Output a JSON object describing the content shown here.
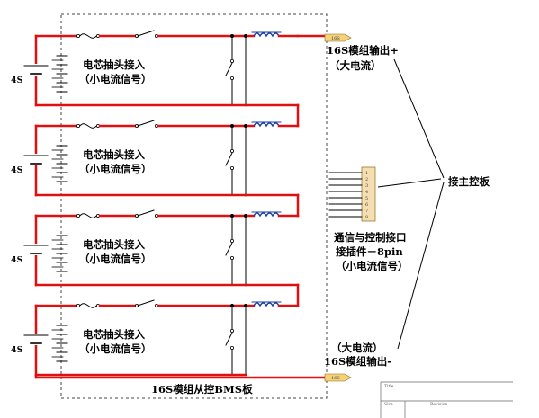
{
  "board_label": "16S模组从控BMS板",
  "module_count": 4,
  "cell_label": "4S",
  "cell_tap_line1": "电芯抽头接入",
  "cell_tap_line2": "（小电流信号）",
  "output_pos": "16S模组输出+",
  "output_pos_note": "（大电流）",
  "output_neg_note": "（大电流）",
  "output_neg": "16S模组输出-",
  "comm_line1": "通信与控制接口",
  "comm_line2": "接插件－8pin",
  "comm_line3": "（小电流信号）",
  "main_board": "接主控板",
  "connector_pin_count": 8,
  "terminal_pos_tag": "16S",
  "terminal_neg_tag": "16S",
  "title_block": {
    "row1": "Title",
    "row2_left": "Size",
    "row2_right": "Revision"
  },
  "colors": {
    "power_wire": "#e01010",
    "signal_wire": "#000000",
    "inductor": "#1a3fa0",
    "terminal": "#f5d27a",
    "connector": "#f5dfb0"
  }
}
